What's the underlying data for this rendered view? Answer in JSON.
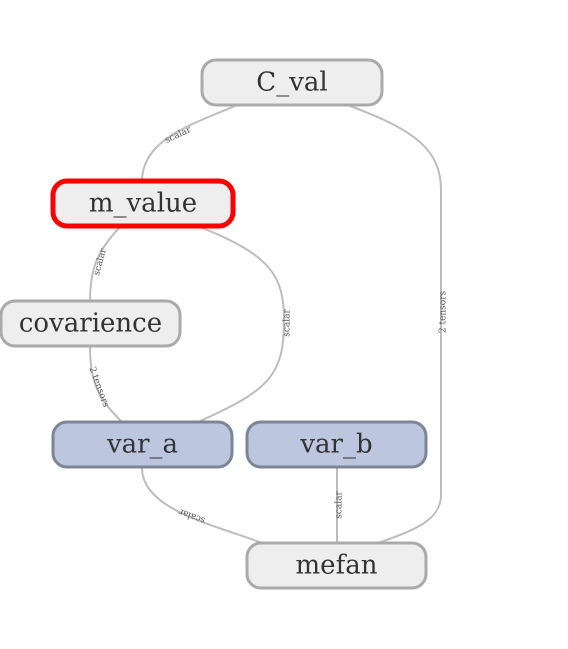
{
  "graph": {
    "nodes": [
      {
        "id": "c_val",
        "label": "C_val",
        "kind": "op",
        "selected": false
      },
      {
        "id": "m_value",
        "label": "m_value",
        "kind": "op",
        "selected": true
      },
      {
        "id": "covarience",
        "label": "covarience",
        "kind": "op",
        "selected": false
      },
      {
        "id": "var_a",
        "label": "var_a",
        "kind": "variable",
        "selected": false
      },
      {
        "id": "var_b",
        "label": "var_b",
        "kind": "variable",
        "selected": false
      },
      {
        "id": "mefan",
        "label": "mefan",
        "kind": "op",
        "selected": false
      }
    ],
    "edges": [
      {
        "from": "c_val",
        "to": "m_value",
        "label": "scalar"
      },
      {
        "from": "m_value",
        "to": "covarience",
        "label": "scalar"
      },
      {
        "from": "m_value",
        "to": "var_a",
        "label": "scalar"
      },
      {
        "from": "covarience",
        "to": "var_a",
        "label": "2 tensors"
      },
      {
        "from": "c_val",
        "to": "mefan",
        "label": "2 tensors"
      },
      {
        "from": "var_a",
        "to": "mefan",
        "label": "scalar"
      },
      {
        "from": "var_b",
        "to": "mefan",
        "label": "scalar"
      }
    ],
    "colors": {
      "op_fill": "#eeeeee",
      "op_stroke": "#aaaaaa",
      "variable_fill": "#bcc6de",
      "variable_stroke": "#7d8696",
      "selected_stroke": "#ff0000",
      "edge": "#bdbdbd"
    }
  }
}
